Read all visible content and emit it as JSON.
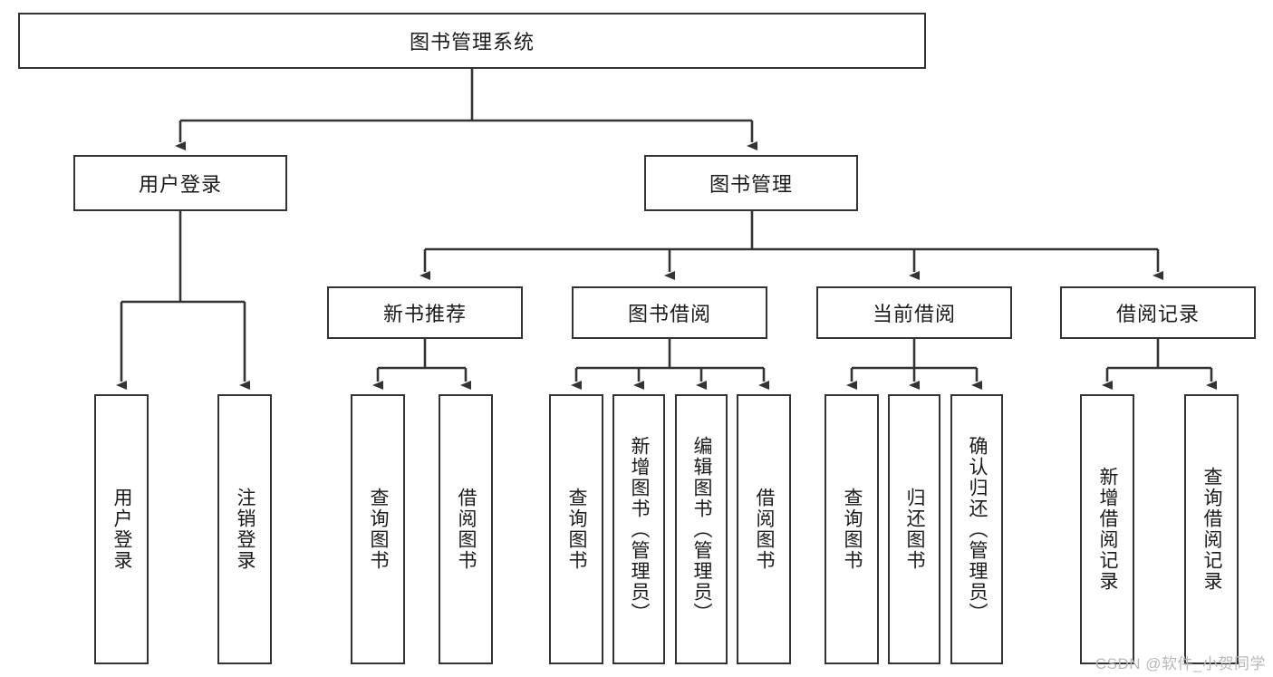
{
  "diagram": {
    "type": "tree",
    "title": "图书管理系统",
    "watermark": "CSDN @软件_小贺同学",
    "colors": {
      "box_border": "#333333",
      "box_fill": "#ffffff",
      "edge": "#333333",
      "text": "#1a1a1a",
      "watermark": "#b8b8b8",
      "background": "#ffffff"
    },
    "levels": {
      "root": {
        "label": "图书管理系统"
      },
      "level2": [
        {
          "label": "用户登录"
        },
        {
          "label": "图书管理"
        }
      ],
      "level3": [
        {
          "label": "新书推荐"
        },
        {
          "label": "图书借阅"
        },
        {
          "label": "当前借阅"
        },
        {
          "label": "借阅记录"
        }
      ],
      "leaves": [
        {
          "label": "用户登录"
        },
        {
          "label": "注销登录"
        },
        {
          "label": "查询图书"
        },
        {
          "label": "借阅图书"
        },
        {
          "label": "查询图书"
        },
        {
          "label": "新增图书（管理员）"
        },
        {
          "label": "编辑图书（管理员）"
        },
        {
          "label": "借阅图书"
        },
        {
          "label": "查询图书"
        },
        {
          "label": "归还图书"
        },
        {
          "label": "确认归还（管理员）"
        },
        {
          "label": "新增借阅记录"
        },
        {
          "label": "查询借阅记录"
        }
      ]
    },
    "edges": [
      {
        "from": "图书管理系统",
        "to": "用户登录"
      },
      {
        "from": "图书管理系统",
        "to": "图书管理"
      },
      {
        "from": "用户登录",
        "to": "用户登录"
      },
      {
        "from": "用户登录",
        "to": "注销登录"
      },
      {
        "from": "图书管理",
        "to": "新书推荐"
      },
      {
        "from": "图书管理",
        "to": "图书借阅"
      },
      {
        "from": "图书管理",
        "to": "当前借阅"
      },
      {
        "from": "图书管理",
        "to": "借阅记录"
      },
      {
        "from": "新书推荐",
        "to": "查询图书"
      },
      {
        "from": "新书推荐",
        "to": "借阅图书"
      },
      {
        "from": "图书借阅",
        "to": "查询图书"
      },
      {
        "from": "图书借阅",
        "to": "新增图书（管理员）"
      },
      {
        "from": "图书借阅",
        "to": "编辑图书（管理员）"
      },
      {
        "from": "图书借阅",
        "to": "借阅图书"
      },
      {
        "from": "当前借阅",
        "to": "查询图书"
      },
      {
        "from": "当前借阅",
        "to": "归还图书"
      },
      {
        "from": "当前借阅",
        "to": "确认归还（管理员）"
      },
      {
        "from": "借阅记录",
        "to": "新增借阅记录"
      },
      {
        "from": "借阅记录",
        "to": "查询借阅记录"
      }
    ]
  }
}
